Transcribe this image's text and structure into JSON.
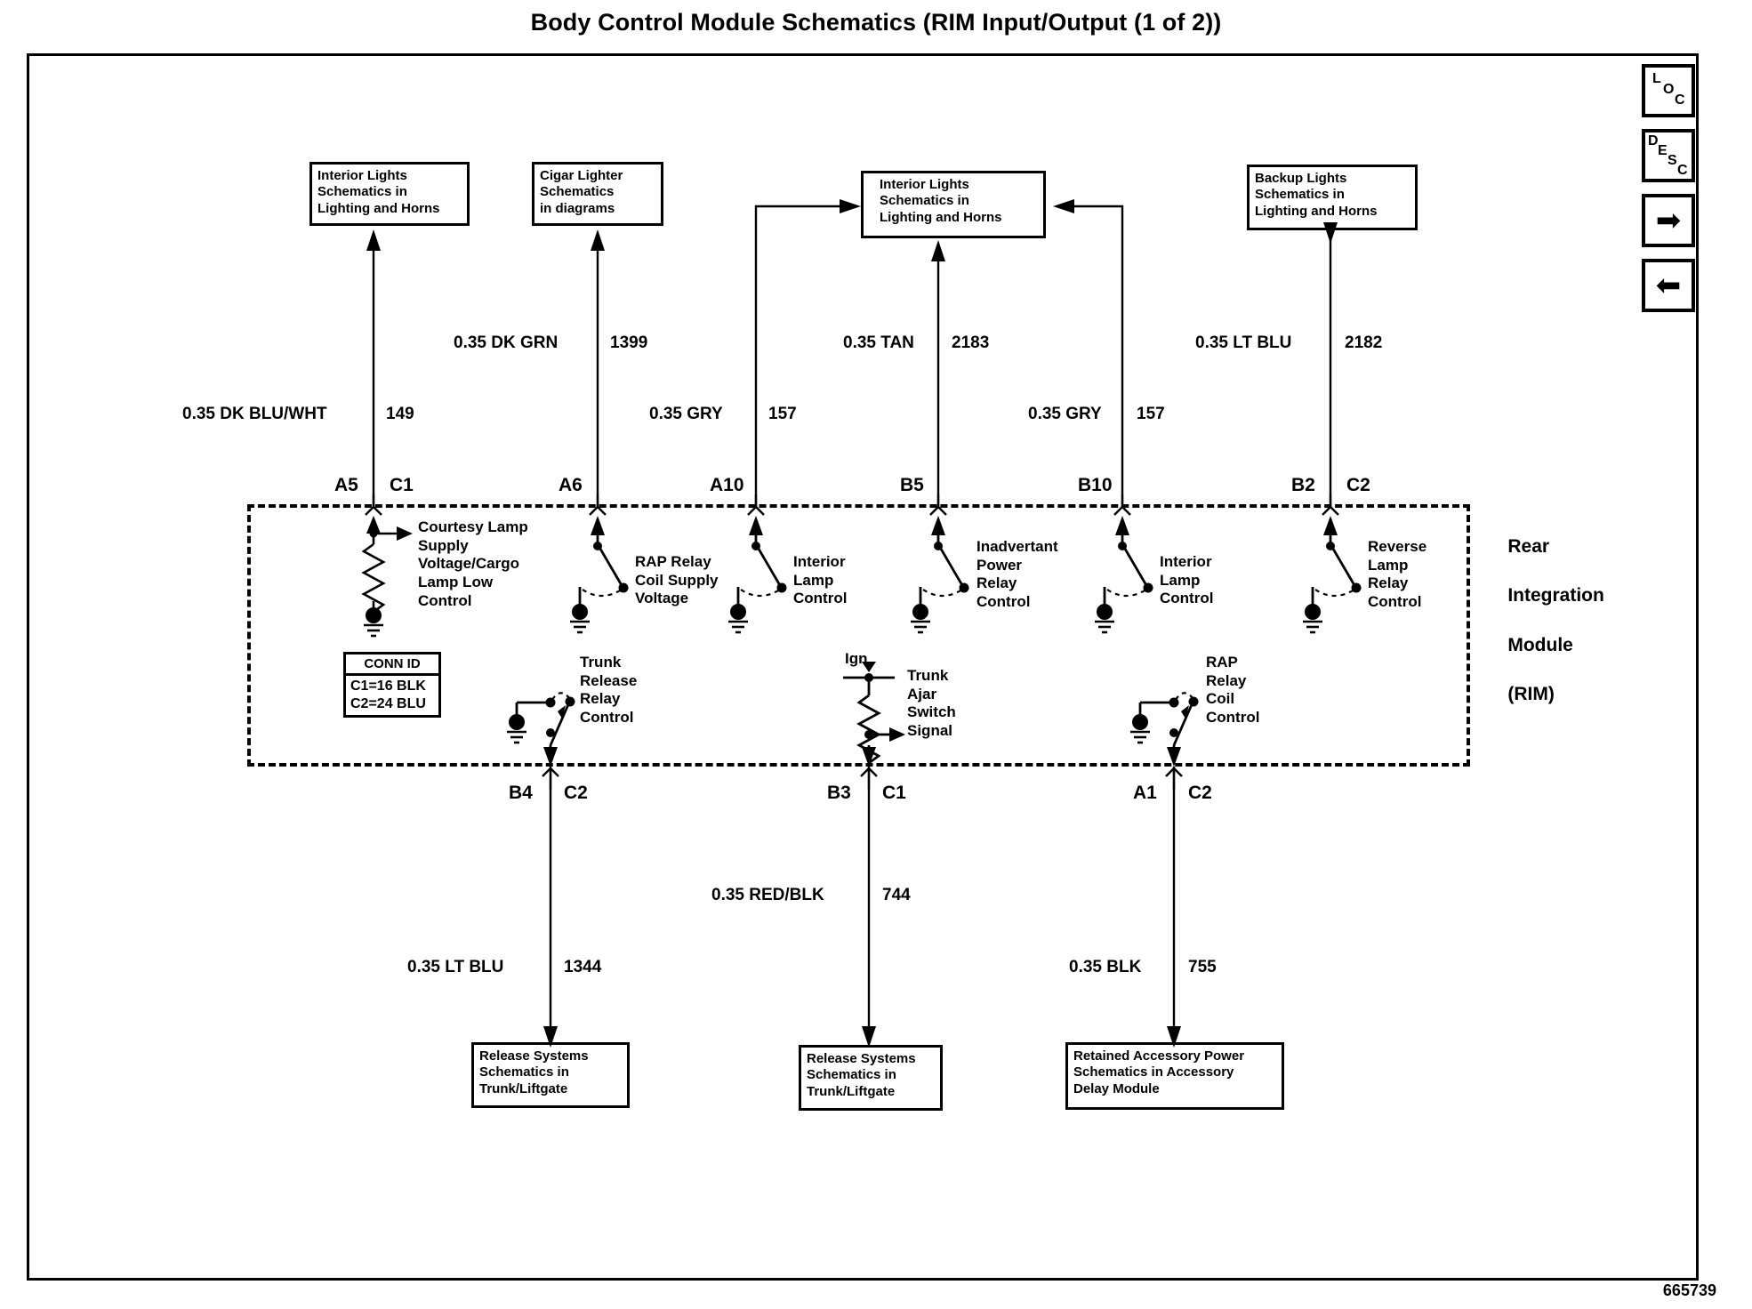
{
  "page": {
    "title": "Body Control Module Schematics (RIM Input/Output (1 of 2))",
    "part_number": "665739"
  },
  "nav_buttons": [
    {
      "name": "loc-button",
      "label": "LOC",
      "chars": [
        "L",
        "O",
        "C"
      ]
    },
    {
      "name": "desc-button",
      "label": "DESC",
      "chars": [
        "D",
        "E",
        "S",
        "C"
      ]
    },
    {
      "name": "next-button",
      "label": "➡"
    },
    {
      "name": "prev-button",
      "label": "⬅"
    }
  ],
  "top_boxes": [
    {
      "id": "interior-lights-left",
      "lines": [
        "Interior Lights",
        "Schematics in",
        "Lighting  and Horns"
      ]
    },
    {
      "id": "cigar-lighter",
      "lines": [
        "Cigar Lighter",
        "Schematics",
        "in diagrams"
      ]
    },
    {
      "id": "interior-lights-mid",
      "lines": [
        "Interior Lights",
        "Schematics in",
        "Lighting  and Horns"
      ]
    },
    {
      "id": "backup-lights",
      "lines": [
        "Backup Lights",
        "Schematics in",
        "Lighting  and Horns"
      ]
    }
  ],
  "bottom_boxes": [
    {
      "id": "release-systems-left",
      "lines": [
        "Release Systems",
        "Schematics in",
        " Trunk/Liftgate"
      ]
    },
    {
      "id": "release-systems-mid",
      "lines": [
        "Release Systems",
        "Schematics in",
        " Trunk/Liftgate"
      ]
    },
    {
      "id": "retained-accessory",
      "lines": [
        "Retained Accessory Power",
        "Schematics in Accessory",
        "Delay Module"
      ]
    }
  ],
  "wire_labels": [
    {
      "id": "wire-149",
      "gauge_color": "0.35 DK BLU/WHT",
      "circuit": "149"
    },
    {
      "id": "wire-1399",
      "gauge_color": "0.35 DK GRN",
      "circuit": "1399"
    },
    {
      "id": "wire-157a",
      "gauge_color": "0.35 GRY",
      "circuit": "157"
    },
    {
      "id": "wire-2183",
      "gauge_color": "0.35 TAN",
      "circuit": "2183"
    },
    {
      "id": "wire-157b",
      "gauge_color": "0.35 GRY",
      "circuit": "157"
    },
    {
      "id": "wire-2182",
      "gauge_color": "0.35 LT BLU",
      "circuit": "2182"
    },
    {
      "id": "wire-1344",
      "gauge_color": "0.35 LT BLU",
      "circuit": "1344"
    },
    {
      "id": "wire-744",
      "gauge_color": "0.35 RED/BLK",
      "circuit": "744"
    },
    {
      "id": "wire-755",
      "gauge_color": "0.35 BLK",
      "circuit": "755"
    }
  ],
  "module": {
    "name_lines": [
      "Rear",
      "Integration",
      "Module",
      "(RIM)"
    ],
    "conn_id": {
      "header": "CONN ID",
      "rows": [
        "C1=16 BLK",
        "C2=24 BLU"
      ]
    }
  },
  "pins_top": [
    {
      "pin": "A5",
      "conn": "C1",
      "function": [
        "Courtesy Lamp",
        "Supply",
        "Voltage/Cargo",
        "Lamp Low",
        "Control"
      ]
    },
    {
      "pin": "A6",
      "conn": "",
      "function": [
        "RAP Relay",
        "Coil Supply",
        "Voltage"
      ]
    },
    {
      "pin": "A10",
      "conn": "",
      "function": [
        "Interior",
        "Lamp",
        "Control"
      ]
    },
    {
      "pin": "B5",
      "conn": "",
      "function": [
        "Inadvertant",
        "Power",
        "Relay",
        "Control"
      ]
    },
    {
      "pin": "B10",
      "conn": "",
      "function": [
        "Interior",
        "Lamp",
        "Control"
      ]
    },
    {
      "pin": "B2",
      "conn": "C2",
      "function": [
        "Reverse",
        "Lamp",
        "Relay",
        "Control"
      ]
    }
  ],
  "pins_bottom": [
    {
      "pin": "B4",
      "conn": "C2",
      "function": [
        "Trunk",
        "Release",
        "Relay",
        "Control"
      ],
      "source": ""
    },
    {
      "pin": "B3",
      "conn": "C1",
      "function": [
        "Trunk",
        "Ajar",
        "Switch",
        "Signal"
      ],
      "source": "Ign"
    },
    {
      "pin": "A1",
      "conn": "C2",
      "function": [
        "RAP",
        "Relay",
        "Coil",
        "Control"
      ],
      "source": ""
    }
  ]
}
